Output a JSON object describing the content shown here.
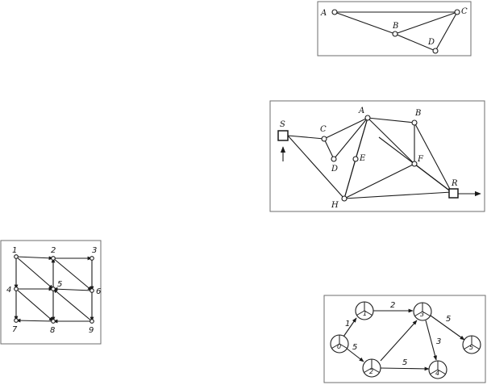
{
  "diagram1": {
    "nodes": [
      "A",
      "B",
      "C",
      "D"
    ],
    "edges": [
      [
        "A",
        "C"
      ],
      [
        "A",
        "B"
      ],
      [
        "B",
        "C"
      ],
      [
        "B",
        "D"
      ],
      [
        "C",
        "D"
      ]
    ]
  },
  "diagram2": {
    "nodes": [
      "S",
      "A",
      "B",
      "C",
      "D",
      "E",
      "F",
      "H",
      "R"
    ],
    "edges": [
      [
        "S",
        "C"
      ],
      [
        "S",
        "H"
      ],
      [
        "C",
        "A"
      ],
      [
        "C",
        "D"
      ],
      [
        "D",
        "A"
      ],
      [
        "A",
        "B"
      ],
      [
        "A",
        "E"
      ],
      [
        "A",
        "F"
      ],
      [
        "A",
        "R"
      ],
      [
        "B",
        "F"
      ],
      [
        "B",
        "R"
      ],
      [
        "E",
        "H"
      ],
      [
        "H",
        "A"
      ],
      [
        "H",
        "F"
      ],
      [
        "H",
        "R"
      ],
      [
        "F",
        "R"
      ]
    ]
  },
  "diagram3": {
    "nodes": [
      "1",
      "2",
      "3",
      "4",
      "5",
      "6",
      "7",
      "8",
      "9"
    ],
    "edges": [
      [
        "1",
        "2"
      ],
      [
        "2",
        "3"
      ],
      [
        "1",
        "4"
      ],
      [
        "1",
        "5"
      ],
      [
        "2",
        "5"
      ],
      [
        "5",
        "2"
      ],
      [
        "3",
        "6"
      ],
      [
        "2",
        "6"
      ],
      [
        "4",
        "5"
      ],
      [
        "4",
        "7"
      ],
      [
        "4",
        "8"
      ],
      [
        "5",
        "8"
      ],
      [
        "6",
        "5"
      ],
      [
        "6",
        "9"
      ],
      [
        "9",
        "5"
      ],
      [
        "9",
        "8"
      ],
      [
        "8",
        "7"
      ]
    ]
  },
  "diagram4": {
    "nodes": [
      "0",
      "1",
      "2",
      "3",
      "4",
      "5"
    ],
    "edges": [
      {
        "from": "0",
        "to": "1",
        "weight": "1"
      },
      {
        "from": "0",
        "to": "2",
        "weight": "5"
      },
      {
        "from": "1",
        "to": "3",
        "weight": "2"
      },
      {
        "from": "2",
        "to": "3",
        "weight": ""
      },
      {
        "from": "2",
        "to": "4",
        "weight": "5"
      },
      {
        "from": "3",
        "to": "4",
        "weight": "3"
      },
      {
        "from": "3",
        "to": "5",
        "weight": "5"
      }
    ]
  }
}
